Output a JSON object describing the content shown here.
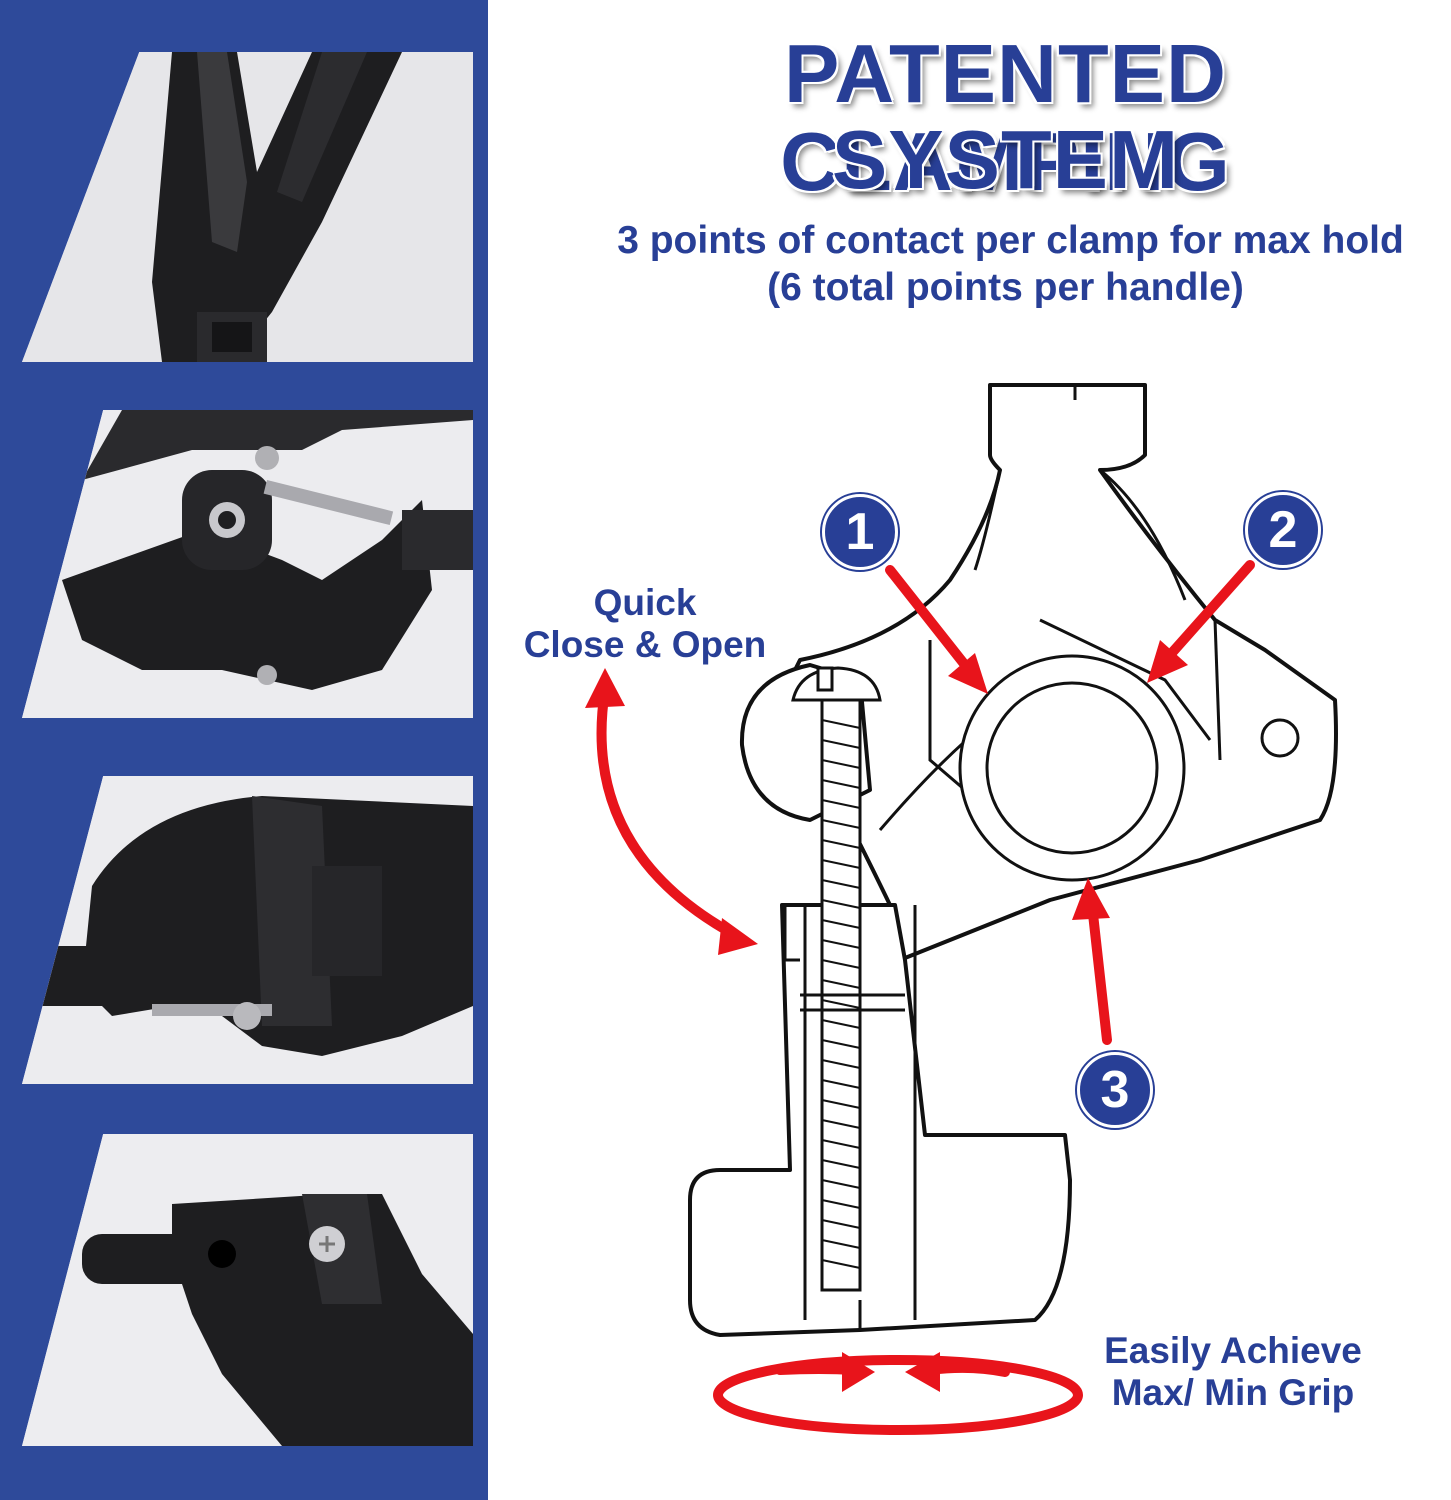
{
  "headline": {
    "line1": "PATENTED CLAMPING",
    "line2": "SYSTEM"
  },
  "subtitle": {
    "line1": "3 points of contact per clamp for max hold",
    "line2": "(6 total points per handle)"
  },
  "callouts": {
    "quick": {
      "line1": "Quick",
      "line2": "Close & Open"
    },
    "grip": {
      "line1": "Easily Achieve",
      "line2": "Max/ Min Grip"
    }
  },
  "contact_points": [
    "1",
    "2",
    "3"
  ],
  "colors": {
    "brand_blue": "#283f96",
    "strip_blue": "#2e4a9a",
    "arrow_red": "#e8141b",
    "plastic_black": "#1e1e20"
  }
}
